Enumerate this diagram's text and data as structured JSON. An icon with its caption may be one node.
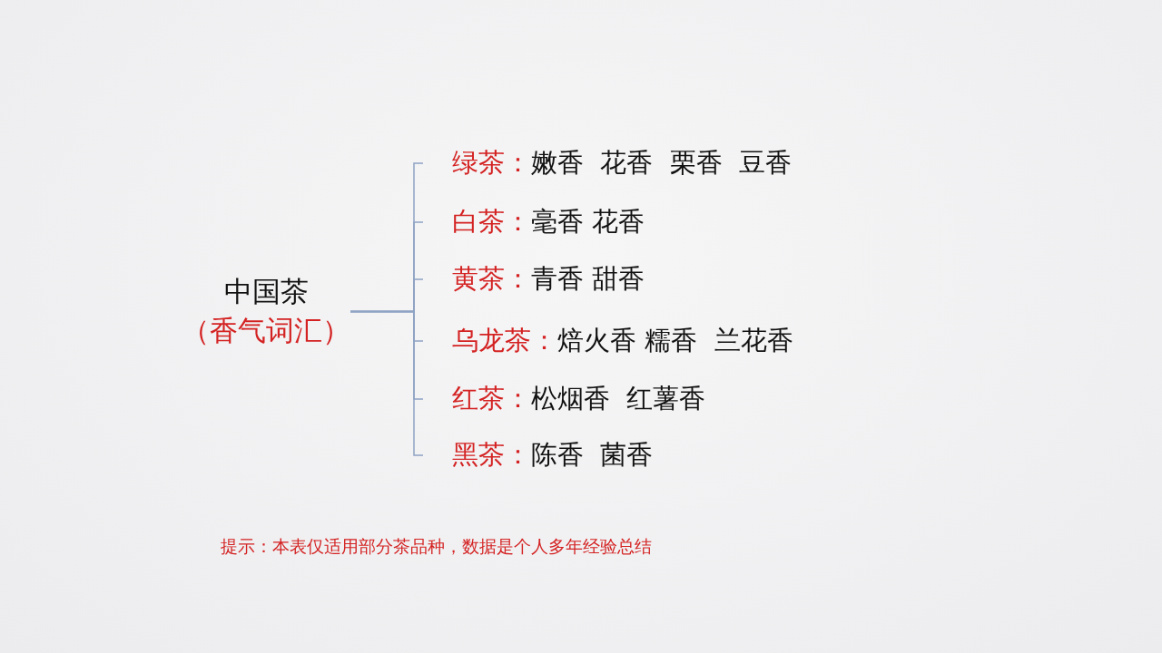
{
  "diagram": {
    "nodes": [
      {
        "text": [
          "中国茶",
          "（香气词汇）"
        ]
      },
      {
        "text": [
          "绿茶：",
          "嫩香  花香  栗香  豆香"
        ]
      },
      {
        "text": [
          "白茶：",
          "毫香 花香"
        ]
      },
      {
        "text": [
          "黄茶：",
          "青香 甜香"
        ]
      },
      {
        "text": [
          "乌龙茶：",
          "焙火香 糯香  兰花香"
        ]
      },
      {
        "text": [
          "红茶：",
          "松烟香  红薯香"
        ]
      },
      {
        "text": [
          "黑茶：",
          "陈香  菌香"
        ]
      }
    ],
    "edges": [
      {
        "from": 0,
        "to": 1,
        "arrow": "none"
      },
      {
        "from": 0,
        "to": 2,
        "arrow": "none"
      },
      {
        "from": 0,
        "to": 3,
        "arrow": "none"
      },
      {
        "from": 0,
        "to": 4,
        "arrow": "none"
      },
      {
        "from": 0,
        "to": 5,
        "arrow": "none"
      },
      {
        "from": 0,
        "to": 6,
        "arrow": "none"
      }
    ],
    "labels": [
      "提示：本表仅适用部分茶品种，数据是个人多年经验总结"
    ]
  }
}
